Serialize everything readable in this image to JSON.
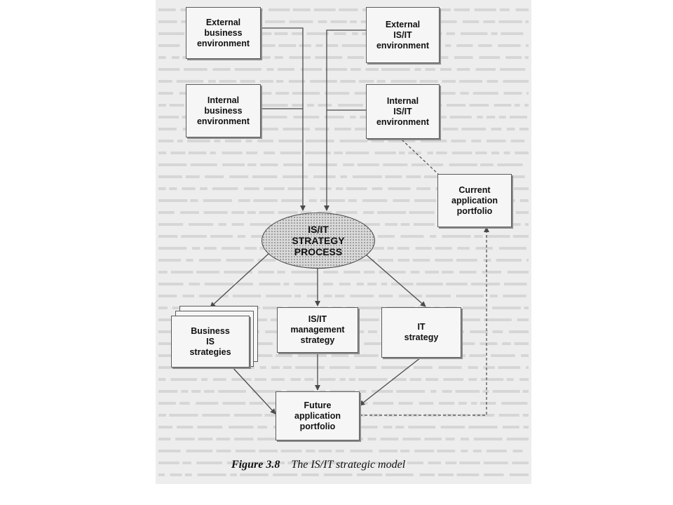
{
  "nodes": {
    "external_business": "External\nbusiness\nenvironment",
    "external_isit": "External\nIS/IT\nenvironment",
    "internal_business": "Internal\nbusiness\nenvironment",
    "internal_isit": "Internal\nIS/IT\nenvironment",
    "current_portfolio": "Current\napplication\nportfolio",
    "strategy_process": "IS/IT\nSTRATEGY\nPROCESS",
    "business_is": "Business\nIS\nstrategies",
    "isit_management": "IS/IT\nmanagement\nstrategy",
    "it_strategy": "IT\nstrategy",
    "future_portfolio": "Future\napplication\nportfolio"
  },
  "caption": {
    "label": "Figure 3.8",
    "title": "The IS/IT strategic model"
  },
  "colors": {
    "background": "#ededed",
    "box_fill": "#f6f6f6",
    "line": "#4a4a4a",
    "ellipse_fill": "#d9d9d9"
  }
}
